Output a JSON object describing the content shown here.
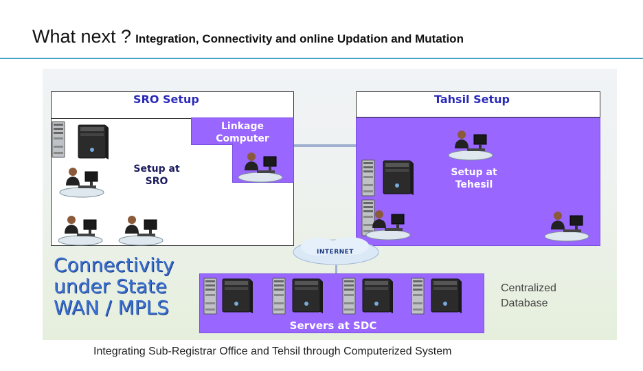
{
  "slide": {
    "title_main": "What next ?",
    "title_sub": "Integration, Connectivity and online Updation and Mutation",
    "caption": "Integrating  Sub-Registrar Office and Tehsil through Computerized System"
  },
  "diagram": {
    "sro_header": "SRO Setup",
    "tahsil_header": "Tahsil Setup",
    "linkage_line1": "Linkage",
    "linkage_line2": "Computer",
    "sro_label_line1": "Setup at",
    "sro_label_line2": "SRO",
    "tehsil_label_line1": "Setup at",
    "tehsil_label_line2": "Tehesil",
    "internet": "INTERNET",
    "servers_label": "Servers at SDC",
    "connectivity_line1": "Connectivity",
    "connectivity_line2": "under State",
    "connectivity_line3": "WAN / MPLS",
    "database_line1": "Centralized",
    "database_line2": "Database"
  },
  "colors": {
    "purple": "#9966ff",
    "header_blue": "#2a2ab8",
    "rule": "#4aa3c6",
    "connectivity_blue": "#3a6fcf"
  }
}
